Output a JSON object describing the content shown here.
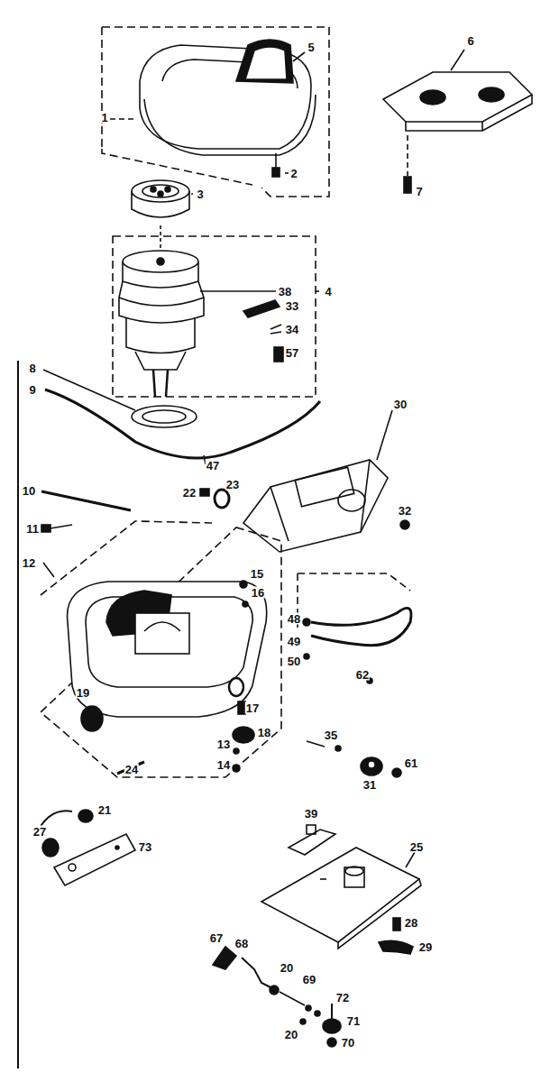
{
  "diagram": {
    "labels": [
      "5",
      "6",
      "1",
      "2",
      "7",
      "3",
      "38",
      "4",
      "33",
      "34",
      "57",
      "8",
      "9",
      "30",
      "47",
      "22",
      "23",
      "10",
      "32",
      "11",
      "12",
      "15",
      "16",
      "48",
      "49",
      "50",
      "62",
      "19",
      "17",
      "18",
      "13",
      "14",
      "24",
      "35",
      "31",
      "61",
      "21",
      "39",
      "25",
      "27",
      "73",
      "28",
      "67",
      "68",
      "29",
      "20",
      "69",
      "72",
      "71",
      "20",
      "70"
    ]
  }
}
